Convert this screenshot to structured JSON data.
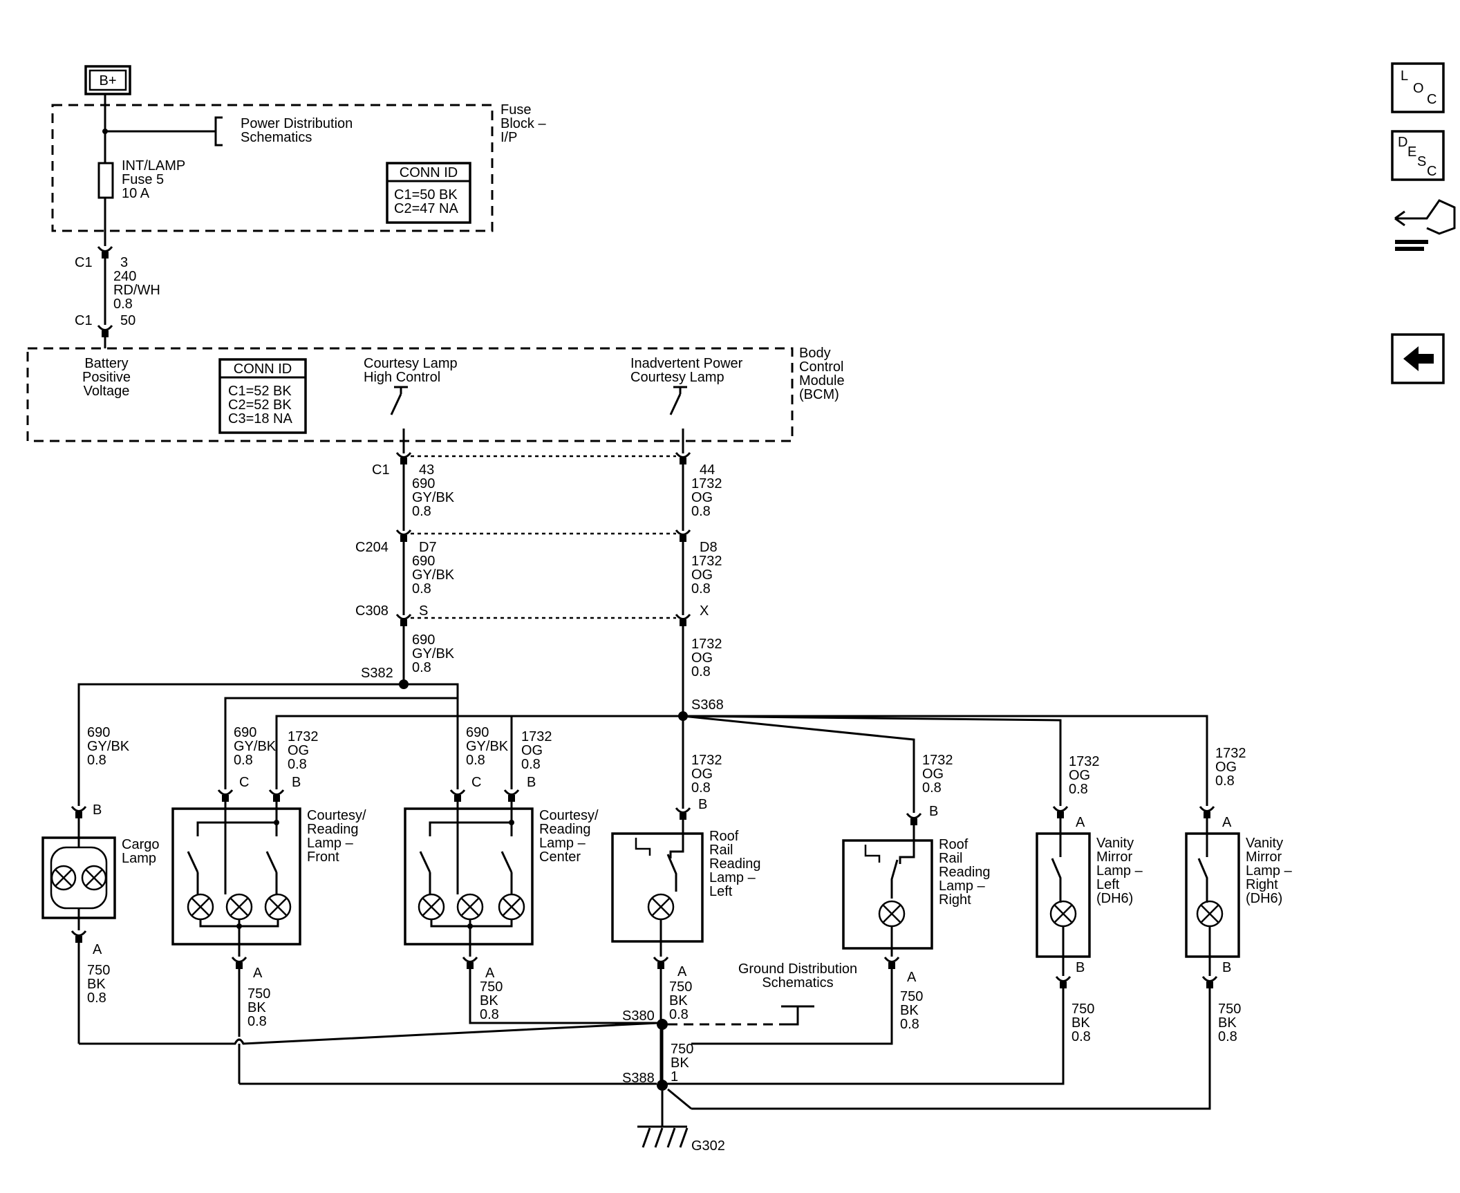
{
  "battery": "B+",
  "fuse_block": {
    "title": [
      "Fuse",
      "Block –",
      "I/P"
    ],
    "power_dist": [
      "Power Distribution",
      "Schematics"
    ],
    "fuse": [
      "INT/LAMP",
      "Fuse 5",
      "10 A"
    ],
    "conn_id": {
      "title": "CONN ID",
      "lines": [
        "C1=50 BK",
        "C2=47 NA"
      ]
    }
  },
  "wire_b_plus": {
    "conn_top": "C1",
    "pin_top": "3",
    "circuit": "240",
    "color": "RD/WH",
    "gauge": "0.8",
    "conn_bot": "C1",
    "pin_bot": "50"
  },
  "bcm": {
    "title": [
      "Body",
      "Control",
      "Module",
      "(BCM)"
    ],
    "battery_voltage": [
      "Battery",
      "Positive",
      "Voltage"
    ],
    "conn_id": {
      "title": "CONN ID",
      "lines": [
        "C1=52 BK",
        "C2=52 BK",
        "C3=18 NA"
      ]
    },
    "courtesy_high": [
      "Courtesy Lamp",
      "High Control"
    ],
    "inadvertent": [
      "Inadvertent Power",
      "Courtesy Lamp"
    ]
  },
  "connectors": {
    "c1": "C1",
    "c204": "C204",
    "c308": "C308"
  },
  "left_circuit": {
    "seg1": {
      "pin": "43",
      "circuit": "690",
      "color": "GY/BK",
      "gauge": "0.8"
    },
    "seg2": {
      "pin": "D7",
      "circuit": "690",
      "color": "GY/BK",
      "gauge": "0.8"
    },
    "seg3": {
      "pin": "S",
      "circuit": "690",
      "color": "GY/BK",
      "gauge": "0.8"
    }
  },
  "right_circuit": {
    "seg1": {
      "pin": "44",
      "circuit": "1732",
      "color": "OG",
      "gauge": "0.8"
    },
    "seg2": {
      "pin": "D8",
      "circuit": "1732",
      "color": "OG",
      "gauge": "0.8"
    },
    "seg3": {
      "pin": "X",
      "circuit": "1732",
      "color": "OG",
      "gauge": "0.8"
    }
  },
  "splices": {
    "s382": "S382",
    "s368": "S368",
    "s380": "S380",
    "s388": "S388"
  },
  "ground": "G302",
  "ground_dist": [
    "Ground Distribution",
    "Schematics"
  ],
  "gy_wire": {
    "circuit": "690",
    "color": "GY/BK",
    "gauge": "0.8"
  },
  "og_wire": {
    "circuit": "1732",
    "color": "OG",
    "gauge": "0.8"
  },
  "bk_wire": {
    "circuit": "750",
    "color": "BK",
    "gauge": "0.8"
  },
  "bk_main": {
    "circuit": "750",
    "color": "BK",
    "gauge": "1"
  },
  "pins": {
    "a": "A",
    "b": "B",
    "c": "C"
  },
  "cargo_lamp": [
    "Cargo",
    "Lamp"
  ],
  "front_lamp": [
    "Courtesy/",
    "Reading",
    "Lamp –",
    "Front"
  ],
  "center_lamp": [
    "Courtesy/",
    "Reading",
    "Lamp –",
    "Center"
  ],
  "roof_left": [
    "Roof",
    "Rail",
    "Reading",
    "Lamp –",
    "Left"
  ],
  "roof_right": [
    "Roof",
    "Rail",
    "Reading",
    "Lamp –",
    "Right"
  ],
  "vanity_left": [
    "Vanity",
    "Mirror",
    "Lamp –",
    "Left",
    "(DH6)"
  ],
  "vanity_right": [
    "Vanity",
    "Mirror",
    "Lamp –",
    "Right",
    "(DH6)"
  ],
  "nav": {
    "loc": [
      "L",
      "O",
      "C"
    ],
    "desc": [
      "D",
      "E",
      "S",
      "C"
    ]
  }
}
